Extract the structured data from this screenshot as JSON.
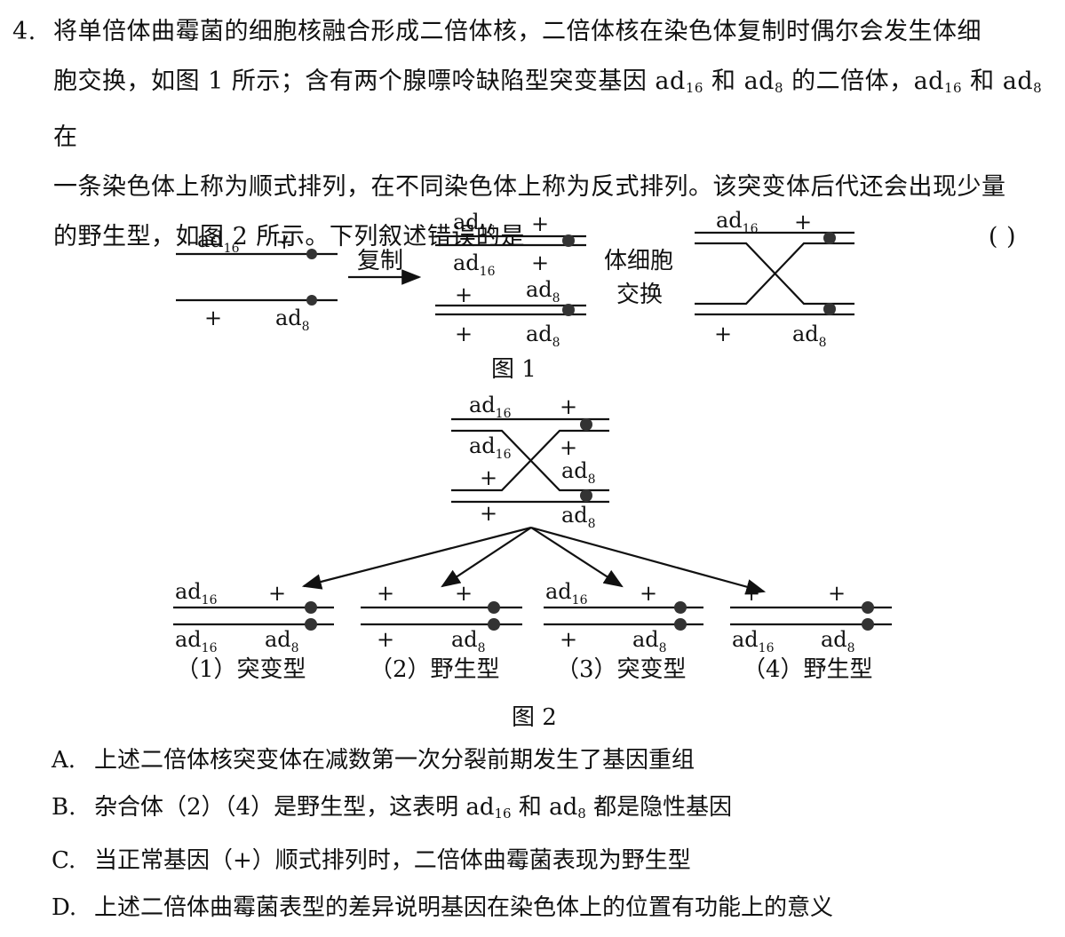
{
  "question": {
    "number": "4.",
    "lines": [
      "将单倍体曲霉菌的细胞核融合形成二倍体核，二倍体核在染色体复制时偶尔会发生体细",
      "胞交换，如图 1 所示；含有两个腺嘌呤缺陷型突变基因 ad",
      "一条染色体上称为顺式排列，在不同染色体上称为反式排列。该突变体后代还会出现少量",
      "的野生型，如图 2 所示。下列叙述错误的是"
    ],
    "line2_parts": [
      "胞交换，如图 1 所示；含有两个腺嘌呤缺陷型突变基因 ad",
      "16",
      " 和 ad",
      "8",
      " 的二倍体，ad",
      "16",
      " 和 ad",
      "8",
      " 在"
    ],
    "answer_paren": "(      )"
  },
  "figure1": {
    "caption": "图 1",
    "arrow_label": "复制",
    "exchange_label_1": "体细胞",
    "exchange_label_2": "交换",
    "gene_ad": "ad",
    "sub16": "16",
    "sub8": "8",
    "plus": "+"
  },
  "figure2": {
    "caption": "图 2",
    "outcomes": [
      {
        "label": "（1）突变型"
      },
      {
        "label": "（2）野生型"
      },
      {
        "label": "（3）突变型"
      },
      {
        "label": "（4）野生型"
      }
    ]
  },
  "options": [
    {
      "letter": "A.",
      "text": "上述二倍体核突变体在减数第一次分裂前期发生了基因重组"
    },
    {
      "letter": "B.",
      "text_parts": [
        "杂合体（2）（4）是野生型，这表明 ad",
        "16",
        " 和 ad",
        "8",
        " 都是隐性基因"
      ]
    },
    {
      "letter": "C.",
      "text": "当正常基因（+）顺式排列时，二倍体曲霉菌表现为野生型"
    },
    {
      "letter": "D.",
      "text": "上述二倍体曲霉菌表型的差异说明基因在染色体上的位置有功能上的意义"
    }
  ]
}
